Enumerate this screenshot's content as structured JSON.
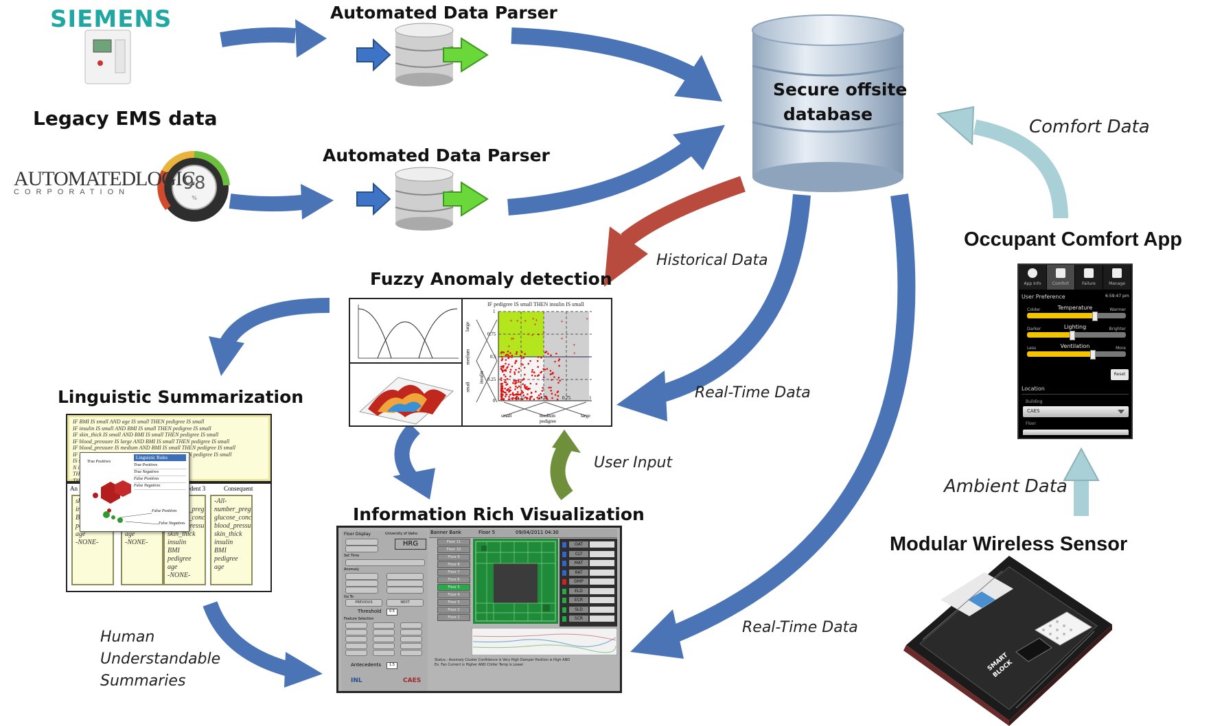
{
  "sources": {
    "siemens_logo": "SIEMENS",
    "legacy_label": "Legacy EMS data",
    "alc_logo_main": "AUTOMATEDLOGIC",
    "alc_logo_sub": "CORPORATION",
    "alc_gauge_value": "98",
    "alc_gauge_unit": "%"
  },
  "parsers": {
    "top_label": "Automated Data Parser",
    "bottom_label": "Automated Data Parser"
  },
  "database": {
    "line1": "Secure offsite",
    "line2": "database"
  },
  "flows": {
    "historical": "Historical Data",
    "realtime_1": "Real-Time Data",
    "realtime_2": "Real-Time Data",
    "user_input": "User Input",
    "comfort_data": "Comfort Data",
    "ambient_data": "Ambient Data",
    "human_1": "Human",
    "human_2": "Understandable",
    "human_3": "Summaries"
  },
  "sections": {
    "fuzzy": "Fuzzy Anomaly detection",
    "linguistic": "Linguistic Summarization",
    "visualization": "Information Rich Visualization",
    "occupant": "Occupant Comfort App",
    "sensor": "Modular Wireless Sensor"
  },
  "fuzzy_plot": {
    "title": "IF pedigree IS small THEN insulin IS small",
    "y_terms": [
      "large",
      "medium",
      "small"
    ],
    "y_ticks": [
      "1",
      "0.75",
      "0.5",
      "0.25",
      "0"
    ],
    "x_ticks": [
      "0.25",
      "0.5",
      "0.75",
      "1"
    ],
    "x_terms": [
      "small",
      "medium",
      "large"
    ],
    "x_axis": "pedigree",
    "y_axis": "insulin"
  },
  "linguistic": {
    "rules": [
      "IF BMI IS small AND age IS small THEN pedigree IS small",
      "IF insulin IS small AND BMI IS small THEN pedigree IS small",
      "IF skin_thick IS small AND BMI IS small THEN pedigree IS small",
      "IF blood_pressure IS large AND BMI IS small THEN pedigree IS small",
      "IF blood_pressure IS medium AND BMI IS small THEN pedigree IS small",
      "IF glucose_conc IS medium AND BMI IS small THEN pedigree IS small",
      "IS small THEN pedigree IS small",
      "N insulin IS small",
      "THEN insulin IS small",
      "THEN insulin IS small",
      "ll THEN insulin IS small"
    ],
    "popup_title": "Linguistic Rules",
    "popup_items": [
      "True Positives",
      "True Negatives",
      "False Positives",
      "False Negatives"
    ],
    "tp_label": "True Positives",
    "fp_label": "False Positives",
    "fn_label": "False Negatives",
    "col_headers": [
      "An",
      "ntecedent 3",
      "Consequent"
    ],
    "columns": [
      [
        "skin_thick",
        "insulin",
        "BMI",
        "pedigree",
        "age",
        "-NONE-"
      ],
      [
        "skin_thick",
        "insulin",
        "BMI",
        "pedigree",
        "age",
        "-NONE-"
      ],
      [
        "-All-",
        "number_preg",
        "glucose_conc",
        "blood_pressu",
        "skin_thick",
        "insulin",
        "BMI",
        "pedigree",
        "age",
        "-NONE-"
      ],
      [
        "-All-",
        "number_preg",
        "glucose_conc",
        "blood_pressu",
        "skin_thick",
        "insulin",
        "BMI",
        "pedigree",
        "age"
      ]
    ]
  },
  "viz": {
    "floor_display": "Floor Display",
    "university": "University of Idaho",
    "logo": "HRG",
    "building": "Banner Bank",
    "floor": "Floor 5",
    "datetime": "09/04/2011  04:30",
    "floors": [
      "Floor 11",
      "Floor 10",
      "Floor 9",
      "Floor 8",
      "Floor 7",
      "Floor 6",
      "Floor 5",
      "Floor 4",
      "Floor 3",
      "Floor 2",
      "Floor 1"
    ],
    "sensors": [
      "OAT",
      "CLT",
      "MAT",
      "RAT",
      "DMP",
      "ELD",
      "ECR",
      "SLD",
      "SCR"
    ],
    "set_time": "Set Time",
    "anomaly": "Anomaly",
    "go_to": "Go To",
    "previous": "PREVIOUS",
    "next": "NEXT",
    "threshold": "Threshold",
    "threshold_val": "0.5",
    "feature_selection": "Feature Selection",
    "antecedents": "Antecedents",
    "antecedents_val": "1.5",
    "status_text": "Status : Anomaly   Cluster   Confidence is Very High   Damper Position is High AND   Ex. Fan Current is Higher AND   Chiller Temp  is Lower",
    "footer_logos": [
      "INL",
      "CAES"
    ]
  },
  "phone": {
    "tabs": [
      "App Info",
      "Comfort",
      "Failure",
      "Manage"
    ],
    "user_pref": "User Preference",
    "time": "6:59:47 pm",
    "sliders": [
      {
        "left": "Colder",
        "name": "Temperature",
        "right": "Warmer",
        "level": 0.68
      },
      {
        "left": "Darker",
        "name": "Lighting",
        "right": "Brighter",
        "level": 0.45
      },
      {
        "left": "Less",
        "name": "Ventilation",
        "right": "More",
        "level": 0.66
      }
    ],
    "reset": "Reset",
    "location": "Location",
    "building_label": "Building",
    "building_value": "CAES",
    "floor_label": "Floor"
  },
  "sensor_board": {
    "label1": "SMART",
    "label2": "BLOCK"
  },
  "colors": {
    "arrow_blue": "#4a74b5",
    "arrow_red": "#b84a3e",
    "arrow_green": "#6f8f3a",
    "arrow_lightblue": "#a9d0d6",
    "lime": "#b5e61d"
  }
}
